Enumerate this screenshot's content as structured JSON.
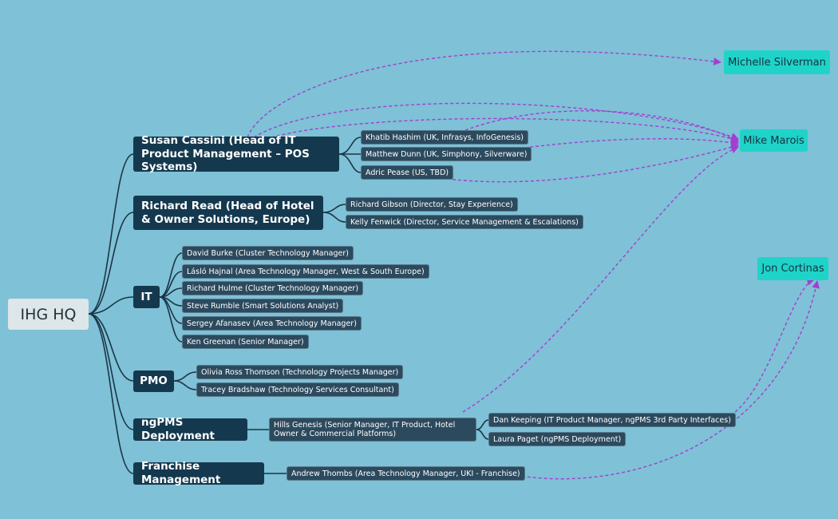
{
  "root": "IHG HQ",
  "branches": [
    {
      "label": "Susan Cassini (Head of IT Product Management – POS Systems)",
      "children": [
        "Khatib Hashim (UK, Infrasys, InfoGenesis)",
        "Matthew Dunn (UK, Simphony, Silverware)",
        "Adric Pease (US, TBD)"
      ]
    },
    {
      "label": "Richard Read (Head of Hotel & Owner Solutions, Europe)",
      "children": [
        "Richard Gibson (Director, Stay Experience)",
        "Kelly Fenwick (Director, Service Management & Escalations)"
      ]
    },
    {
      "label": "IT",
      "children": [
        "David Burke (Cluster Technology Manager)",
        "Lásló Hajnal (Area Technology Manager, West & South Europe)",
        "Richard Hulme (Cluster Technology Manager)",
        "Steve Rumble (Smart Solutions Analyst)",
        "Sergey Afanasev (Area Technology Manager)",
        "Ken Greenan (Senior Manager)"
      ]
    },
    {
      "label": "PMO",
      "children": [
        "Olivia Ross Thomson (Technology Projects Manager)",
        "Tracey Bradshaw (Technology Services Consultant)"
      ]
    },
    {
      "label": "ngPMS Deployment",
      "children": [
        "Hills Genesis (Senior Manager, IT Product, Hotel Owner & Commercial Platforms)"
      ],
      "grandchildren": [
        "Dan Keeping (IT Product Manager, ngPMS 3rd Party Interfaces)",
        "Laura Paget (ngPMS Deployment)"
      ]
    },
    {
      "label": "Franchise Management",
      "children": [
        "Andrew Thombs (Area Technology Manager, UKI - Franchise)"
      ]
    }
  ],
  "targets": [
    "Michelle Silverman",
    "Mike Marois",
    "Jon Cortinas"
  ],
  "colors": {
    "background": "#7fc1d6",
    "branch": "#14394f",
    "leaf": "#2c4a5e",
    "target": "#20d3c9",
    "link": "#a23fd2",
    "connector": "#1b3547"
  }
}
